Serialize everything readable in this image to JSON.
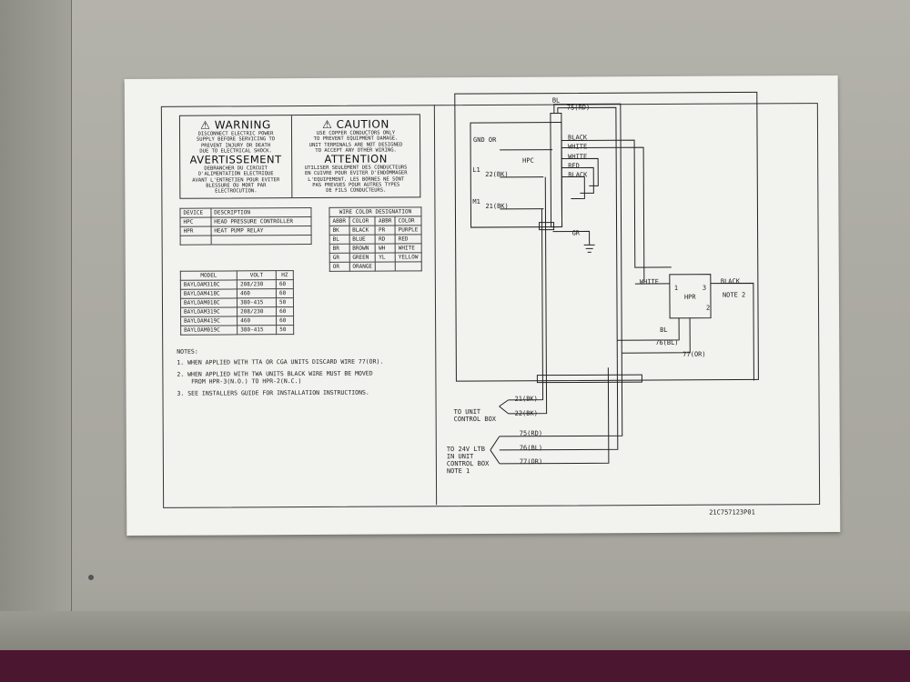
{
  "warning": {
    "title_en": "WARNING",
    "lines_en": [
      "DISCONNECT ELECTRIC POWER",
      "SUPPLY BEFORE SERVICING TO",
      "PREVENT INJURY OR DEATH",
      "DUE TO ELECTRICAL SHOCK."
    ],
    "title_fr": "AVERTISSEMENT",
    "lines_fr": [
      "DEBRANCHER DU CIRCUIT",
      "D'ALIMENTATION ELECTRIQUE",
      "AVANT L'ENTRETIEN POUR EVITER",
      "BLESSURE OU MORT PAR",
      "ELECTROCUTION."
    ]
  },
  "caution": {
    "title_en": "CAUTION",
    "lines_en": [
      "USE COPPER CONDUCTORS ONLY",
      "TO PREVENT EQUIPMENT DAMAGE.",
      "UNIT TERMINALS ARE NOT DESIGNED",
      "TO ACCEPT ANY OTHER WIRING."
    ],
    "title_fr": "ATTENTION",
    "lines_fr": [
      "UTILISER SEULEMENT DES CONDUCTEURS",
      "EN CUIVRE POUR EVITER D'ENDOMMAGER",
      "L'EQUIPEMENT.  LES BORNES NE SONT",
      "PAS PREVUES POUR AUTRES TYPES",
      "DE FILS CONDUCTEURS."
    ]
  },
  "device_table": {
    "headers": [
      "DEVICE",
      "DESCRIPTION"
    ],
    "rows": [
      [
        "HPC",
        "HEAD PRESSURE CONTROLLER"
      ],
      [
        "HPR",
        "HEAT PUMP RELAY"
      ],
      [
        "",
        ""
      ]
    ]
  },
  "wire_color_table": {
    "title": "WIRE COLOR DESIGNATION",
    "headers": [
      "ABBR",
      "COLOR",
      "ABBR",
      "COLOR"
    ],
    "rows": [
      [
        "BK",
        "BLACK",
        "PR",
        "PURPLE"
      ],
      [
        "BL",
        "BLUE",
        "RD",
        "RED"
      ],
      [
        "BR",
        "BROWN",
        "WH",
        "WHITE"
      ],
      [
        "GR",
        "GREEN",
        "YL",
        "YELLOW"
      ],
      [
        "OR",
        "ORANGE",
        "",
        ""
      ]
    ]
  },
  "model_table": {
    "headers": [
      "MODEL",
      "VOLT",
      "HZ"
    ],
    "rows": [
      [
        "BAYLOAM318C",
        "208/230",
        "60"
      ],
      [
        "BAYLOAM418C",
        "460",
        "60"
      ],
      [
        "BAYLOAM018C",
        "380-415",
        "50"
      ],
      [
        "BAYLOAM319C",
        "208/230",
        "60"
      ],
      [
        "BAYLOAM419C",
        "460",
        "60"
      ],
      [
        "BAYLOAM019C",
        "380-415",
        "50"
      ]
    ]
  },
  "notes": {
    "title": "NOTES:",
    "items": [
      "1.  WHEN APPLIED WITH TTA OR CGA UNITS DISCARD WIRE 77(OR).",
      "2.  WHEN APPLIED WITH TWA UNITS BLACK WIRE MUST BE MOVED",
      "    FROM HPR-3(N.O.) TO HPR-2(N.C.)",
      "3.  SEE INSTALLERS GUIDE FOR INSTALLATION INSTRUCTIONS."
    ]
  },
  "diagram": {
    "bl_top": "BL",
    "w75_top": "75(RD)",
    "gnd_or": "GND  OR",
    "hpc": "HPC",
    "l1": "L1",
    "w22": "22(BK)",
    "m1": "M1",
    "w21": "21(BK)",
    "black1": "BLACK",
    "white1": "WHITE",
    "white2": "WHITE",
    "red": "RED",
    "black2": "BLACK",
    "gr": "GR",
    "white_hpr": "WHITE",
    "black_hpr": "BLACK",
    "note2": "NOTE 2",
    "hpr": "HPR",
    "pin1": "1",
    "pin3": "3",
    "pin2": "2",
    "bl_hpr": "BL",
    "w76": "76(BL)",
    "w77": "77(OR)",
    "to_unit": [
      "TO UNIT",
      "CONTROL BOX"
    ],
    "w21b": "21(BK)",
    "w22b": "22(BK)",
    "to_24v": [
      "TO 24V LTB",
      "IN UNIT",
      "CONTROL BOX",
      "NOTE 1"
    ],
    "w75b": "75(RD)",
    "w76b": "76(BL)",
    "w77b": "77(OR)",
    "part_no": "21C757123P01"
  }
}
